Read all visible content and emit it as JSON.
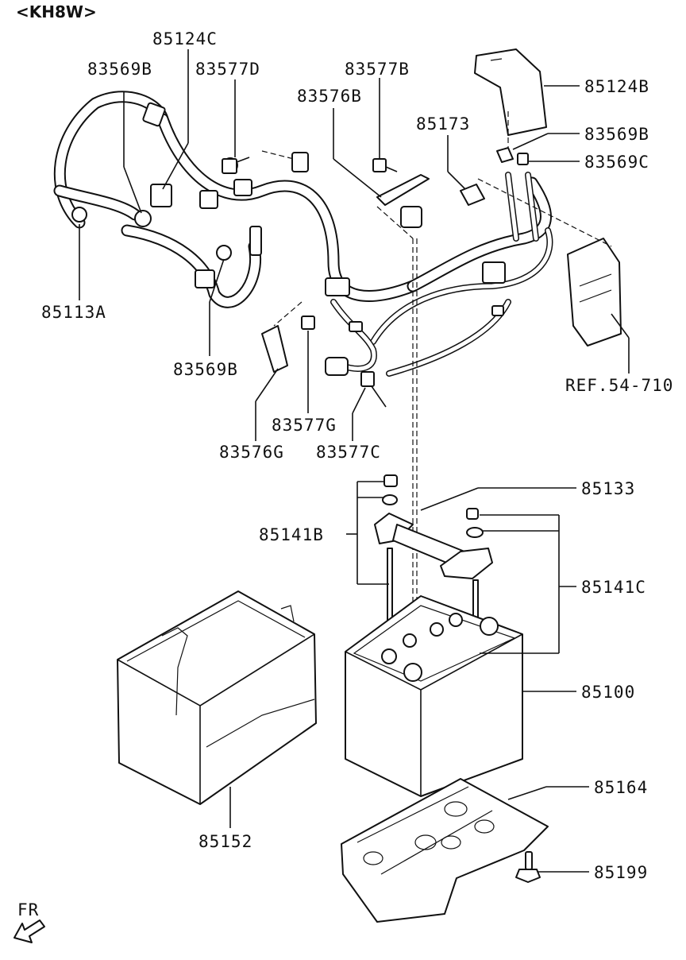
{
  "header": "<KH8W>",
  "orientation_label": "FR",
  "callouts": {
    "c85124C": "85124C",
    "c83569B_top": "83569B",
    "c83577D": "83577D",
    "c83577B": "83577B",
    "c83576B": "83576B",
    "c85173": "85173",
    "c85124B": "85124B",
    "c83569B_right": "83569B",
    "c83569C": "83569C",
    "c85113A": "85113A",
    "c83569B_mid": "83569B",
    "ref": "REF.54-710",
    "c83577G": "83577G",
    "c83576G": "83576G",
    "c83577C": "83577C",
    "c85133": "85133",
    "c85141B": "85141B",
    "c85141C": "85141C",
    "c85100": "85100",
    "c85164": "85164",
    "c85152": "85152",
    "c85199": "85199"
  }
}
